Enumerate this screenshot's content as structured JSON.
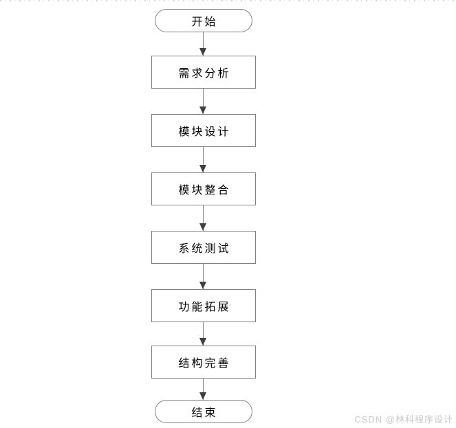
{
  "flowchart": {
    "nodes": [
      {
        "id": "start",
        "type": "terminal",
        "label": "开始"
      },
      {
        "id": "step-1",
        "type": "process",
        "label": "需求分析"
      },
      {
        "id": "step-2",
        "type": "process",
        "label": "模块设计"
      },
      {
        "id": "step-3",
        "type": "process",
        "label": "模块整合"
      },
      {
        "id": "step-4",
        "type": "process",
        "label": "系统测试"
      },
      {
        "id": "step-5",
        "type": "process",
        "label": "功能拓展"
      },
      {
        "id": "step-6",
        "type": "process",
        "label": "结构完善"
      },
      {
        "id": "end",
        "type": "terminal",
        "label": "结束"
      }
    ],
    "connections": [
      {
        "from": "start",
        "to": "step-1"
      },
      {
        "from": "step-1",
        "to": "step-2"
      },
      {
        "from": "step-2",
        "to": "step-3"
      },
      {
        "from": "step-3",
        "to": "step-4"
      },
      {
        "from": "step-4",
        "to": "step-5"
      },
      {
        "from": "step-5",
        "to": "step-6"
      },
      {
        "from": "step-6",
        "to": "end"
      }
    ],
    "colors": {
      "node_border": "#7f7f7f",
      "node_fill": "#ffffff",
      "arrow_line": "#7f7f7f",
      "arrow_head": "#3f3f3f",
      "text": "#000000"
    }
  },
  "watermark": {
    "text": "CSDN @林科程序设计",
    "color": "#c9c9c9"
  }
}
